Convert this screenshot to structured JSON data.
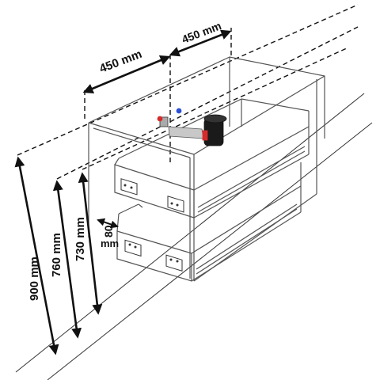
{
  "diagram": {
    "dimensions": {
      "width_left": "450 mm",
      "width_right": "450 mm",
      "height_total": "900 mm",
      "height_mid": "760 mm",
      "height_low": "730 mm",
      "side_gap_value": "80",
      "side_gap_unit": "mm"
    },
    "colors": {
      "line": "#111111",
      "cabinet": "#555555",
      "siphon": "#1a1a1a",
      "siphon_accent": "#d62b2b",
      "valve_hot": "#d62b2b",
      "valve_cold": "#2b4fd6",
      "drain_pipe": "#c8c8c8"
    }
  }
}
